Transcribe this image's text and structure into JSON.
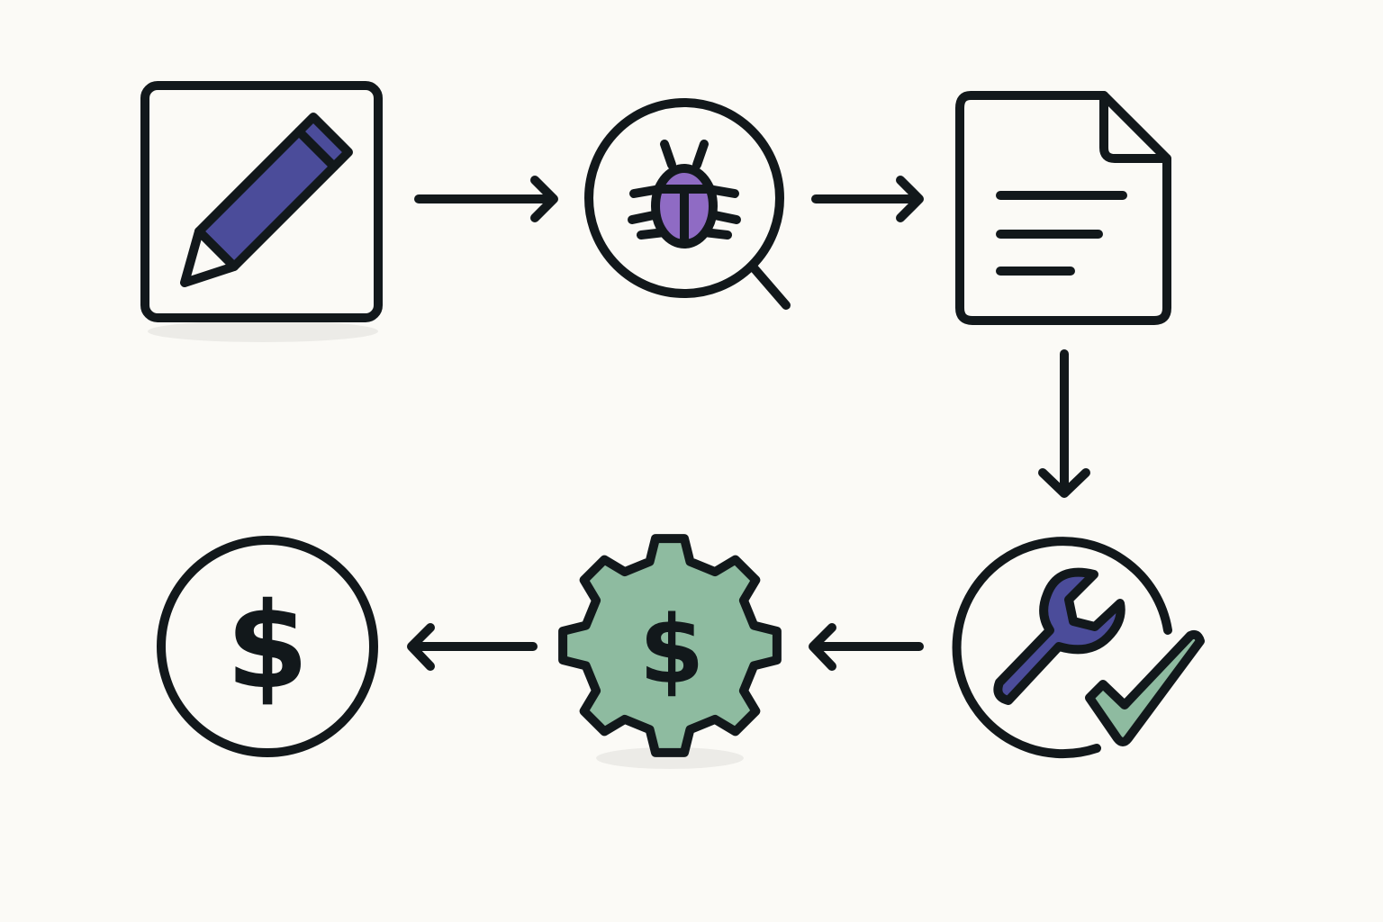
{
  "colors": {
    "background": "#fbfaf6",
    "stroke": "#12181b",
    "pencil": "#4b4c9a",
    "bug": "#8f6bc4",
    "wrench": "#4b4c9a",
    "gear": "#8ebba0",
    "check": "#8ebba0"
  },
  "nodes": [
    {
      "id": "write",
      "icon": "pencil-icon"
    },
    {
      "id": "test",
      "icon": "bug-search-icon"
    },
    {
      "id": "document",
      "icon": "document-icon"
    },
    {
      "id": "fix",
      "icon": "wrench-check-icon"
    },
    {
      "id": "monetize",
      "icon": "gear-dollar-icon"
    },
    {
      "id": "revenue",
      "icon": "dollar-coin-icon"
    }
  ],
  "edges": [
    {
      "from": "write",
      "to": "test"
    },
    {
      "from": "test",
      "to": "document"
    },
    {
      "from": "document",
      "to": "fix"
    },
    {
      "from": "fix",
      "to": "monetize"
    },
    {
      "from": "monetize",
      "to": "revenue"
    }
  ],
  "symbols": {
    "currency": "$"
  }
}
